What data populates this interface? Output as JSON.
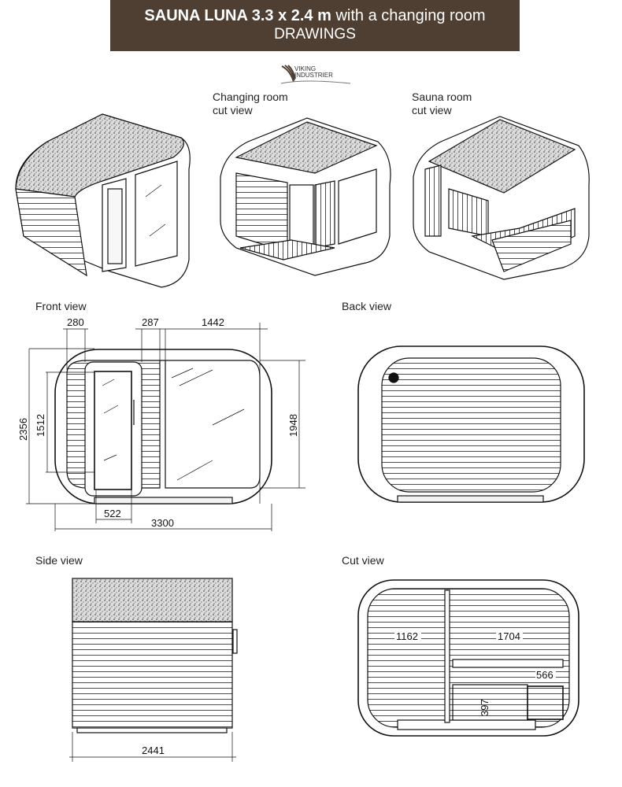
{
  "header": {
    "title_bold": "SAUNA LUNA 3.3 x 2.4 m",
    "title_rest": " with a changing room",
    "subtitle": "DRAWINGS"
  },
  "logo": {
    "line1": "VIKING",
    "line2": "INDUSTRIER"
  },
  "views": {
    "changing_room_cut": {
      "line1": "Changing room",
      "line2": "cut view"
    },
    "sauna_room_cut": {
      "line1": "Sauna room",
      "line2": "cut view"
    },
    "front": "Front view",
    "back": "Back view",
    "side": "Side view",
    "cut": "Cut view"
  },
  "dimensions": {
    "front": {
      "d280": "280",
      "d287": "287",
      "d1442": "1442",
      "d2356": "2356",
      "d1512": "1512",
      "d1948": "1948",
      "d522": "522",
      "d3300": "3300"
    },
    "side": {
      "d2441": "2441"
    },
    "cut": {
      "d1162": "1162",
      "d1704": "1704",
      "d566": "566",
      "d397": "397"
    }
  },
  "colors": {
    "header_bg": "#4f3f33",
    "line": "#111111"
  }
}
